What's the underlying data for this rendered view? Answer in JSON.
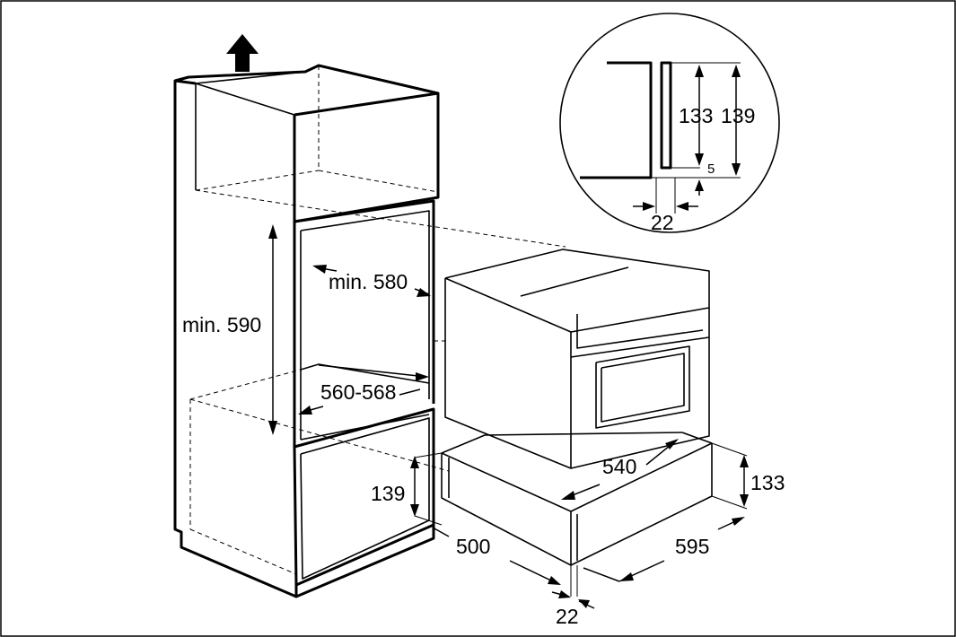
{
  "labels": {
    "niche_height": "min. 590",
    "niche_depth": "min. 580",
    "niche_width": "560-568",
    "drawer_height_left": "139",
    "drawer_depth": "500",
    "drawer_front_offset": "22",
    "appliance_width": "540",
    "drawer_front_height": "133",
    "drawer_front_width": "595",
    "detail_inner_height": "133",
    "detail_outer_height": "139",
    "detail_gap": "5",
    "detail_offset": "22"
  },
  "icons": {
    "ventilation_arrow": "up-arrow-icon"
  },
  "colors": {
    "line": "#000000",
    "background": "#ffffff"
  }
}
